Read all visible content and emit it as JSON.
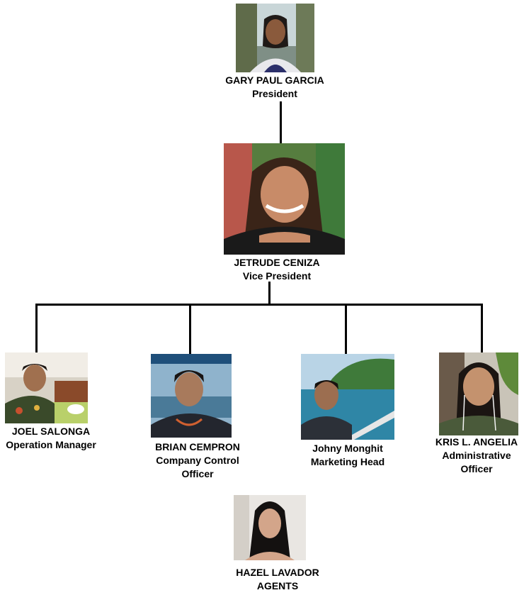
{
  "org_chart": {
    "president": {
      "name": "GARY PAUL GARCIA",
      "title": "President",
      "photo_icon": "person-photo"
    },
    "vice_president": {
      "name": "JETRUDE CENIZA",
      "title": "Vice President",
      "photo_icon": "person-photo"
    },
    "managers": [
      {
        "name": "JOEL SALONGA",
        "title_lines": [
          "Operation Manager"
        ],
        "photo_icon": "person-photo"
      },
      {
        "name": "BRIAN CEMPRON",
        "title_lines": [
          "Company Control",
          "Officer"
        ],
        "photo_icon": "person-photo"
      },
      {
        "name": "Johny Monghit",
        "title_lines": [
          "Marketing Head"
        ],
        "photo_icon": "person-photo"
      },
      {
        "name": "KRIS L. ANGELIA",
        "title_lines": [
          "Administrative",
          "Officer"
        ],
        "photo_icon": "person-photo"
      }
    ],
    "agent": {
      "name": "HAZEL LAVADOR",
      "title": "AGENTS",
      "photo_icon": "person-photo"
    }
  }
}
